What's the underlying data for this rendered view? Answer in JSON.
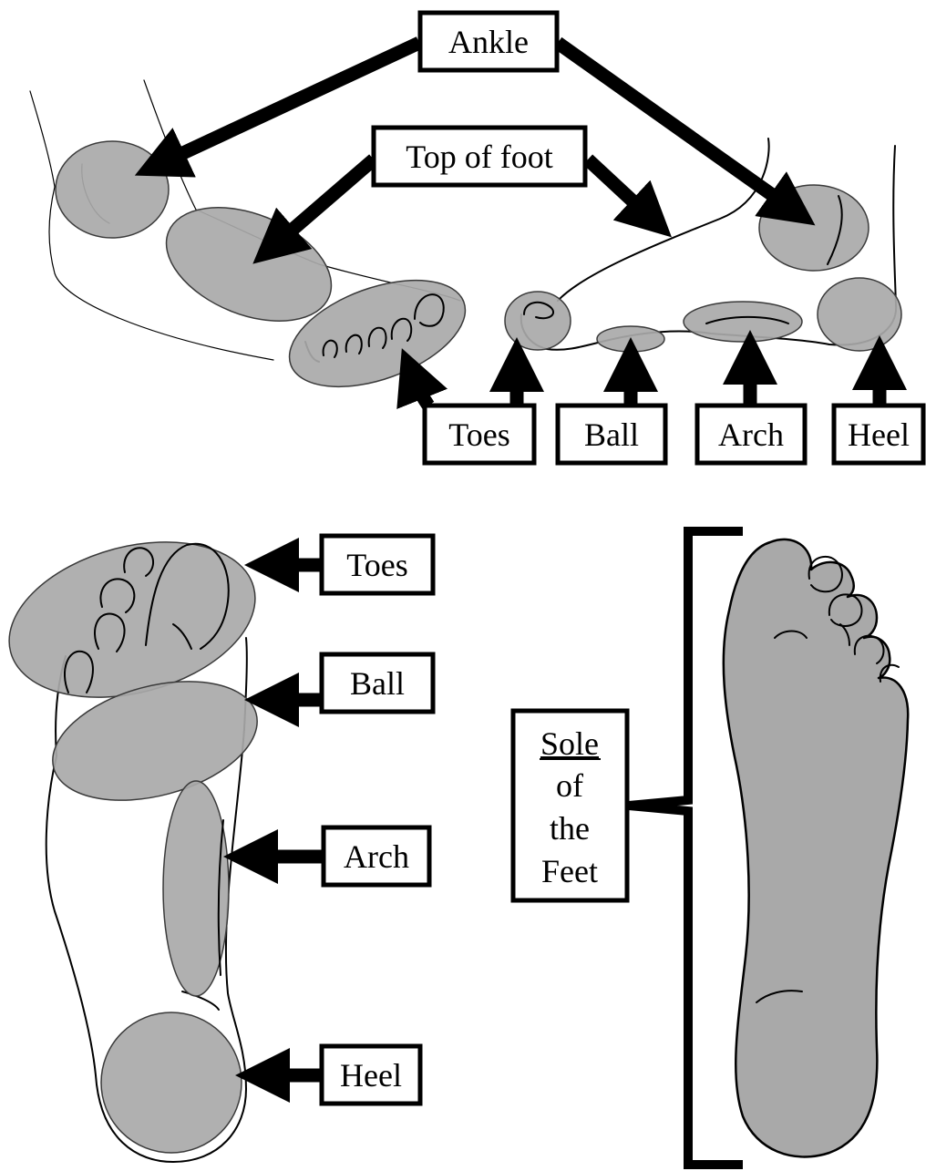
{
  "labels": {
    "ankle": "Ankle",
    "top_of_foot": "Top of foot",
    "toes_side": "Toes",
    "ball_side": "Ball",
    "arch_side": "Arch",
    "heel_side": "Heel",
    "toes_bottom": "Toes",
    "ball_bottom": "Ball",
    "arch_bottom": "Arch",
    "heel_bottom": "Heel",
    "sole_line1": "Sole",
    "sole_line2": "of",
    "sole_line3": "the",
    "sole_line4": "Feet"
  },
  "colors": {
    "zone_fill": "#a9a9a9",
    "outline": "#000000",
    "background": "#ffffff"
  }
}
